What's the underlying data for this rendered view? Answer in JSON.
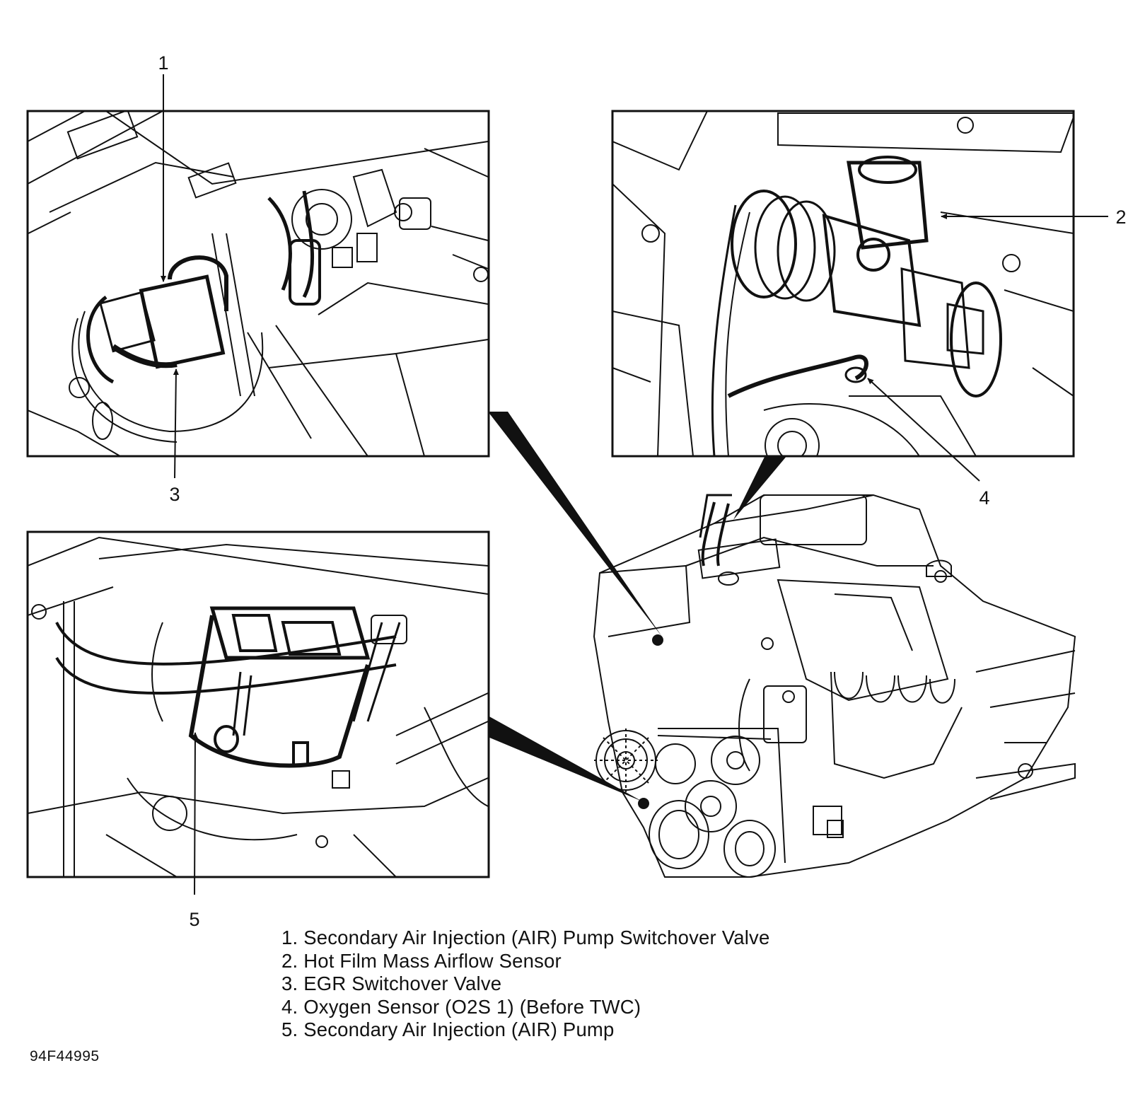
{
  "callouts": [
    {
      "number": "1",
      "label": "Secondary Air Injection (AIR) Pump Switchover Valve"
    },
    {
      "number": "2",
      "label": "Hot Film Mass Airflow Sensor"
    },
    {
      "number": "3",
      "label": "EGR Switchover Valve"
    },
    {
      "number": "4",
      "label": "Oxygen Sensor (O2S 1) (Before TWC)"
    },
    {
      "number": "5",
      "label": "Secondary Air Injection (AIR) Pump"
    }
  ],
  "legend_separator": ". ",
  "figure_code": "94F44995",
  "colors": {
    "line": "#111111",
    "background": "#ffffff"
  }
}
